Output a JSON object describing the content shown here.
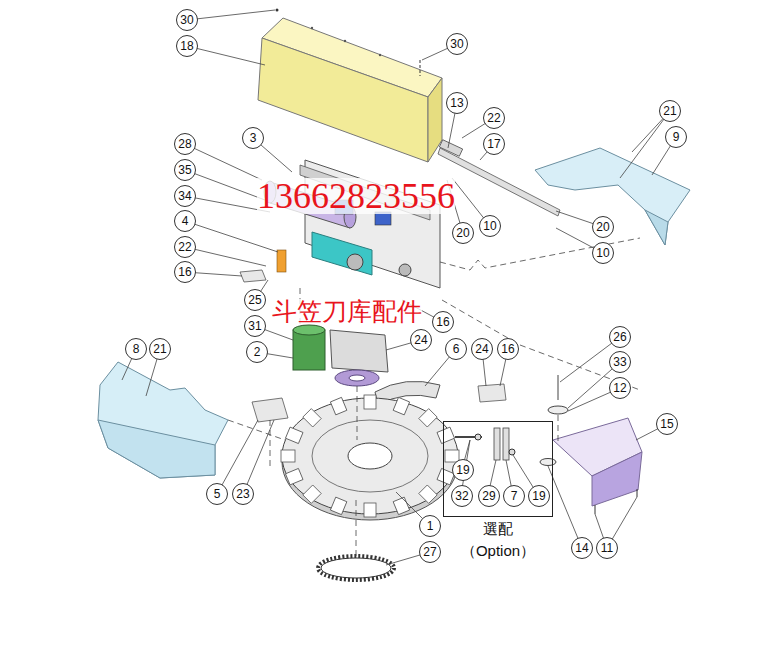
{
  "diagram": {
    "nodes": [
      {
        "text": [
          "30"
        ]
      },
      {
        "text": [
          "18"
        ]
      },
      {
        "text": [
          "30"
        ]
      },
      {
        "text": [
          "13"
        ]
      },
      {
        "text": [
          "21"
        ]
      },
      {
        "text": [
          "22"
        ]
      },
      {
        "text": [
          "9"
        ]
      },
      {
        "text": [
          "3"
        ]
      },
      {
        "text": [
          "28"
        ]
      },
      {
        "text": [
          "17"
        ]
      },
      {
        "text": [
          "35"
        ]
      },
      {
        "text": [
          "34"
        ]
      },
      {
        "text": [
          "4"
        ]
      },
      {
        "text": [
          "10"
        ]
      },
      {
        "text": [
          "20"
        ]
      },
      {
        "text": [
          "20"
        ]
      },
      {
        "text": [
          "22"
        ]
      },
      {
        "text": [
          "10"
        ]
      },
      {
        "text": [
          "16"
        ]
      },
      {
        "text": [
          "25"
        ]
      },
      {
        "text": [
          "16"
        ]
      },
      {
        "text": [
          "31"
        ]
      },
      {
        "text": [
          "24"
        ]
      },
      {
        "text": [
          "26"
        ]
      },
      {
        "text": [
          "8"
        ]
      },
      {
        "text": [
          "21"
        ]
      },
      {
        "text": [
          "2"
        ]
      },
      {
        "text": [
          "6"
        ]
      },
      {
        "text": [
          "24"
        ]
      },
      {
        "text": [
          "16"
        ]
      },
      {
        "text": [
          "33"
        ]
      },
      {
        "text": [
          "12"
        ]
      },
      {
        "text": [
          "選配 （Option）"
        ]
      },
      {
        "text": [
          "19"
        ],
        "in": 32
      },
      {
        "text": [
          "32"
        ],
        "in": 32
      },
      {
        "text": [
          "29"
        ],
        "in": 32
      },
      {
        "text": [
          "7"
        ],
        "in": 32
      },
      {
        "text": [
          "19"
        ],
        "in": 32
      },
      {
        "text": [
          "15"
        ]
      },
      {
        "text": [
          "5"
        ]
      },
      {
        "text": [
          "23"
        ]
      },
      {
        "text": [
          "1"
        ]
      },
      {
        "text": [
          "27"
        ]
      },
      {
        "text": [
          "14"
        ]
      },
      {
        "text": [
          "11"
        ]
      }
    ],
    "labels": [
      "13662823556",
      "斗笠刀库配件"
    ]
  }
}
